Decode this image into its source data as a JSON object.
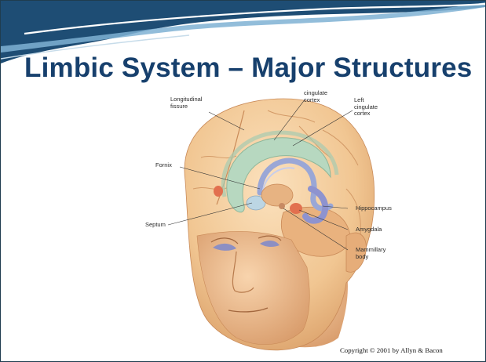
{
  "slide": {
    "title": "Limbic System – Major Structures",
    "copyright": "Copyright © 2001 by Allyn & Bacon"
  },
  "diagram": {
    "labels": {
      "longitudinal_fissure": "Longitudinal\nfissure",
      "cingulate_cortex": "cingulate\ncortex",
      "left_cingulate_cortex": "Left\ncingulate\ncortex",
      "fornix": "Fornix",
      "septum": "Septum",
      "hippocampus": "Hippocampus",
      "amygdala": "Amygdala",
      "mammillary_body": "Mammillary\nbody"
    }
  },
  "colors": {
    "title": "#17406d",
    "header_band": "#1e4d74",
    "header_accent": "#7fb2d4",
    "skin": "#f1c692",
    "cingulate": "#b7d8c0",
    "fornix": "#9aa7d6",
    "amygdala": "#e2704f"
  }
}
